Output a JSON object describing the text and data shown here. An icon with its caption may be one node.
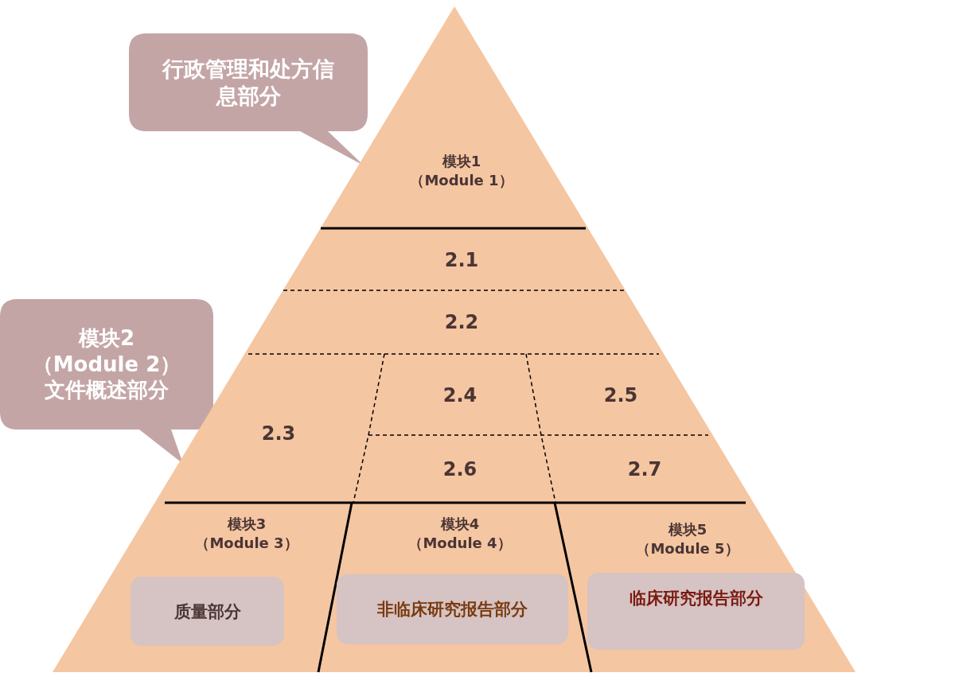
{
  "diagram": {
    "nodes": [
      {
        "text": [
          "行政管理和处方信息部分"
        ]
      },
      {
        "text": [
          "模块2",
          "（Module 2）",
          "文件概述部分"
        ]
      },
      {
        "text": [],
        "shape": "triangle"
      },
      {
        "text": [
          "模块1",
          "（Module 1）"
        ],
        "in": 2
      },
      {
        "text": [
          "2.1"
        ],
        "in": 2
      },
      {
        "text": [
          "2.2"
        ],
        "in": 2
      },
      {
        "text": [
          "2.3"
        ],
        "in": 2
      },
      {
        "text": [
          "2.4"
        ],
        "in": 2
      },
      {
        "text": [
          "2.5"
        ],
        "in": 2
      },
      {
        "text": [
          "2.6"
        ],
        "in": 2
      },
      {
        "text": [
          "2.7"
        ],
        "in": 2
      },
      {
        "text": [
          "模块3",
          "（Module 3）"
        ],
        "in": 2
      },
      {
        "text": [
          "质量部分"
        ],
        "in": 11
      },
      {
        "text": [
          "模块4",
          "（Module 4）"
        ],
        "in": 2
      },
      {
        "text": [
          "非临床研究报告部分"
        ],
        "in": 13
      },
      {
        "text": [
          "模块5",
          "（Module 5）"
        ],
        "in": 2
      },
      {
        "text": [
          "临床研究报告部分"
        ],
        "in": 15
      }
    ]
  }
}
